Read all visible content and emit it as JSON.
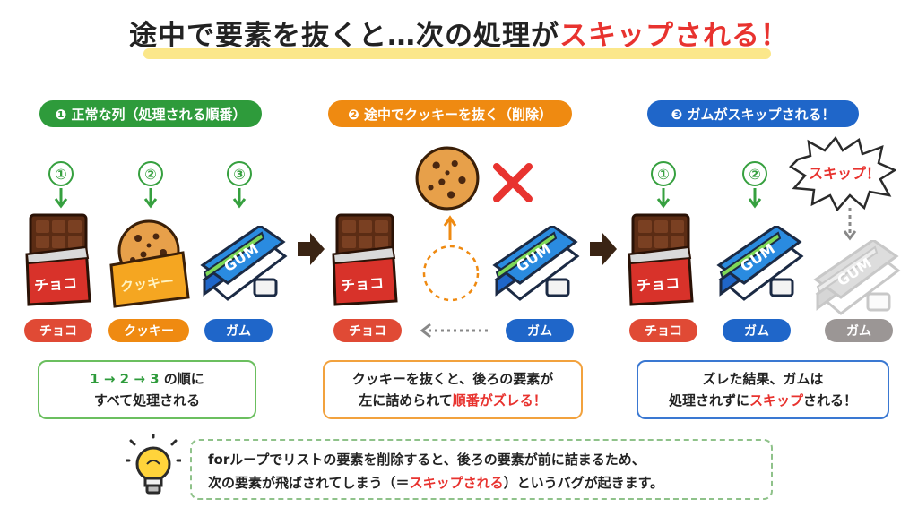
{
  "title": {
    "main": "途中で要素を抜くと…次の処理が",
    "highlight": "スキップされる！"
  },
  "panels": [
    {
      "header": "❶ 正常な列（処理される順番）",
      "items": [
        {
          "step": "①",
          "label": "チョコ"
        },
        {
          "step": "②",
          "label": "クッキー"
        },
        {
          "step": "③",
          "label": "ガム"
        }
      ],
      "note": {
        "line1_parts": [
          "1",
          " → ",
          "2",
          " → ",
          "3",
          " の順に"
        ],
        "line2": "すべて処理される"
      }
    },
    {
      "header": "❷ 途中でクッキーを抜く（削除）",
      "items": [
        {
          "label": "チョコ"
        },
        {
          "label": "ガム"
        }
      ],
      "note": {
        "line1": "クッキーを抜くと、後ろの要素が",
        "line2_pre": "左に詰められて",
        "line2_hl": "順番がズレる！"
      }
    },
    {
      "header": "❸ ガムがスキップされる！",
      "items": [
        {
          "step": "①",
          "label": "チョコ"
        },
        {
          "step": "②",
          "label": "ガム"
        },
        {
          "label": "ガム"
        }
      ],
      "burst": "スキップ！",
      "note": {
        "line1": "ズレた結果、ガムは",
        "line2_pre": "処理されずに",
        "line2_hl": "スキップ",
        "line2_post": "される！"
      }
    }
  ],
  "package_text": {
    "choco": "チョコ",
    "cookie": "クッキー",
    "gum": "GUM"
  },
  "tip": {
    "line1": "forループでリストの要素を削除すると、後ろの要素が前に詰まるため、",
    "line2_pre": "次の要素が飛ばされてしまう（＝",
    "line2_hl": "スキップされる",
    "line2_post": "）というバグが起きます。"
  },
  "colors": {
    "green": "#2e9b3b",
    "orange": "#ef8a11",
    "blue": "#1f66c9",
    "red": "#e8332f",
    "gray": "#9b9695"
  },
  "icons": [
    "arrow-down-icon",
    "arrow-right-icon",
    "cross-icon",
    "lightbulb-icon",
    "arrow-left-dotted-icon",
    "arrow-up-icon"
  ]
}
